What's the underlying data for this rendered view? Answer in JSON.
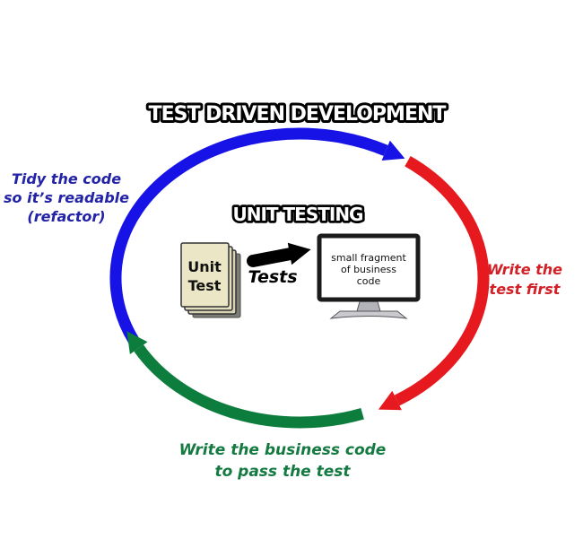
{
  "title": "TEST DRIVEN DEVELOPMENT",
  "cycle": {
    "refactor_label": {
      "lines": [
        "Tidy the code",
        "so it’s readable",
        "(refactor)"
      ],
      "color": "#2323a8"
    },
    "write_test_label": {
      "lines": [
        "Write the",
        "test first"
      ],
      "color": "#d22027"
    },
    "business_code_label": {
      "lines": [
        "Write the business code",
        "to pass the test"
      ],
      "color": "#157a41"
    },
    "arc_colors": {
      "blue": "#1712e6",
      "red": "#e6191f",
      "green": "#0d7d3d"
    }
  },
  "unit_testing": {
    "title": "UNIT TESTING",
    "card": {
      "lines": [
        "Unit",
        "Test"
      ],
      "fill": "#ebe7c6"
    },
    "arrow_label": "Tests",
    "arrow_color": "#000000",
    "monitor": {
      "lines": [
        "small fragment",
        "of business",
        "code"
      ]
    }
  },
  "icons": {
    "unit-test-cards-icon": "stacked-paper-cards",
    "tests-arrow-icon": "thick-right-arrow",
    "monitor-icon": "desktop-display",
    "cycle-arrows": "three-segment-circular-arrows"
  }
}
